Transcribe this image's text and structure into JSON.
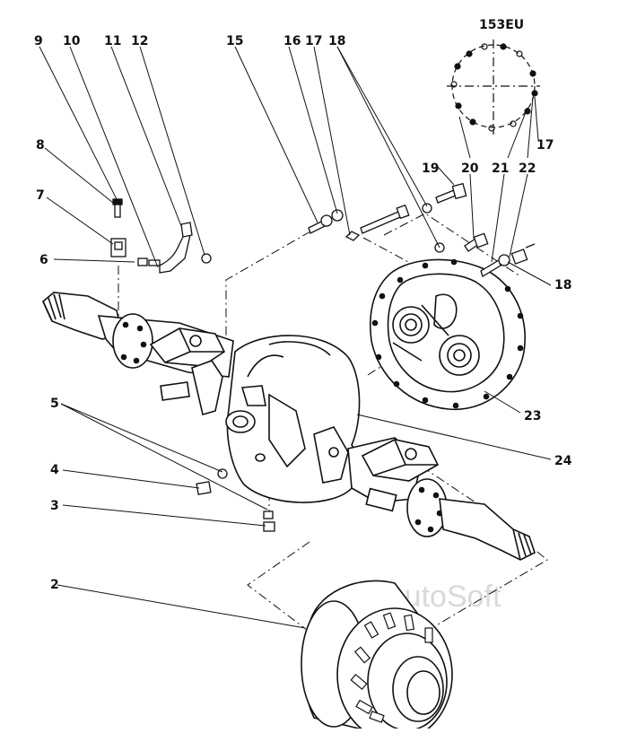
{
  "colors": {
    "ink": "#111111",
    "paper": "#ffffff",
    "watermark": "#d9d9d9"
  },
  "diagram": {
    "detail_label": "153EU",
    "watermark": "AutoSoft",
    "callouts": {
      "c2": "2",
      "c3": "3",
      "c4": "4",
      "c5": "5",
      "c6": "6",
      "c7": "7",
      "c8": "8",
      "c9": "9",
      "c10": "10",
      "c11": "11",
      "c12": "12",
      "c15": "15",
      "c16": "16",
      "c17a": "17",
      "c18a": "18",
      "c19": "19",
      "c20": "20",
      "c21": "21",
      "c22": "22",
      "c17b": "17",
      "c18b": "18",
      "c23": "23",
      "c24": "24"
    }
  }
}
